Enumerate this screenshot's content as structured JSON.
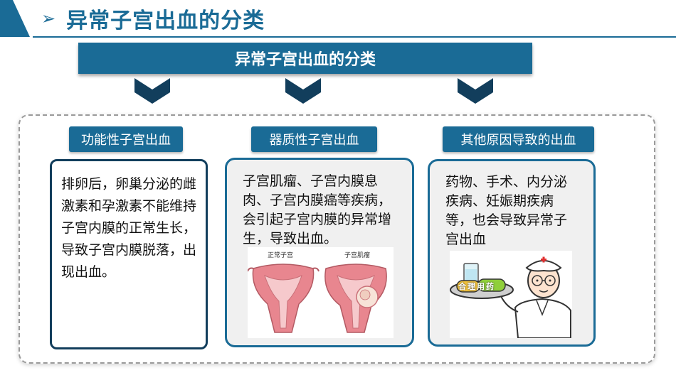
{
  "header": {
    "title": "异常子宫出血的分类"
  },
  "banner": {
    "title": "异常子宫出血的分类"
  },
  "categories": [
    {
      "label": "功能性子宫出血",
      "text": "排卵后，卵巢分泌的雌激素和孕激素不能维持子宫内膜的正常生长，导致子宫内膜脱落，出现出血。"
    },
    {
      "label": "器质性子宫出血",
      "text": "子宫肌瘤、子宫内膜息肉、子宫内膜癌等疾病，会引起子宫内膜的异常增生，导致出血。"
    },
    {
      "label": "其他原因导致的出血",
      "text": "药物、手术、内分泌疾病、妊娠期疾病等，也会导致异常子宫出血"
    }
  ],
  "uterus_figure": {
    "normal_label": "正常子宫",
    "fibroid_label": "子宫肌瘤"
  },
  "doctor_figure": {
    "tray_label": "合理用药"
  },
  "colors": {
    "primary": "#1a6b96",
    "dark": "#123e5c",
    "uterus": "#e8868f"
  }
}
